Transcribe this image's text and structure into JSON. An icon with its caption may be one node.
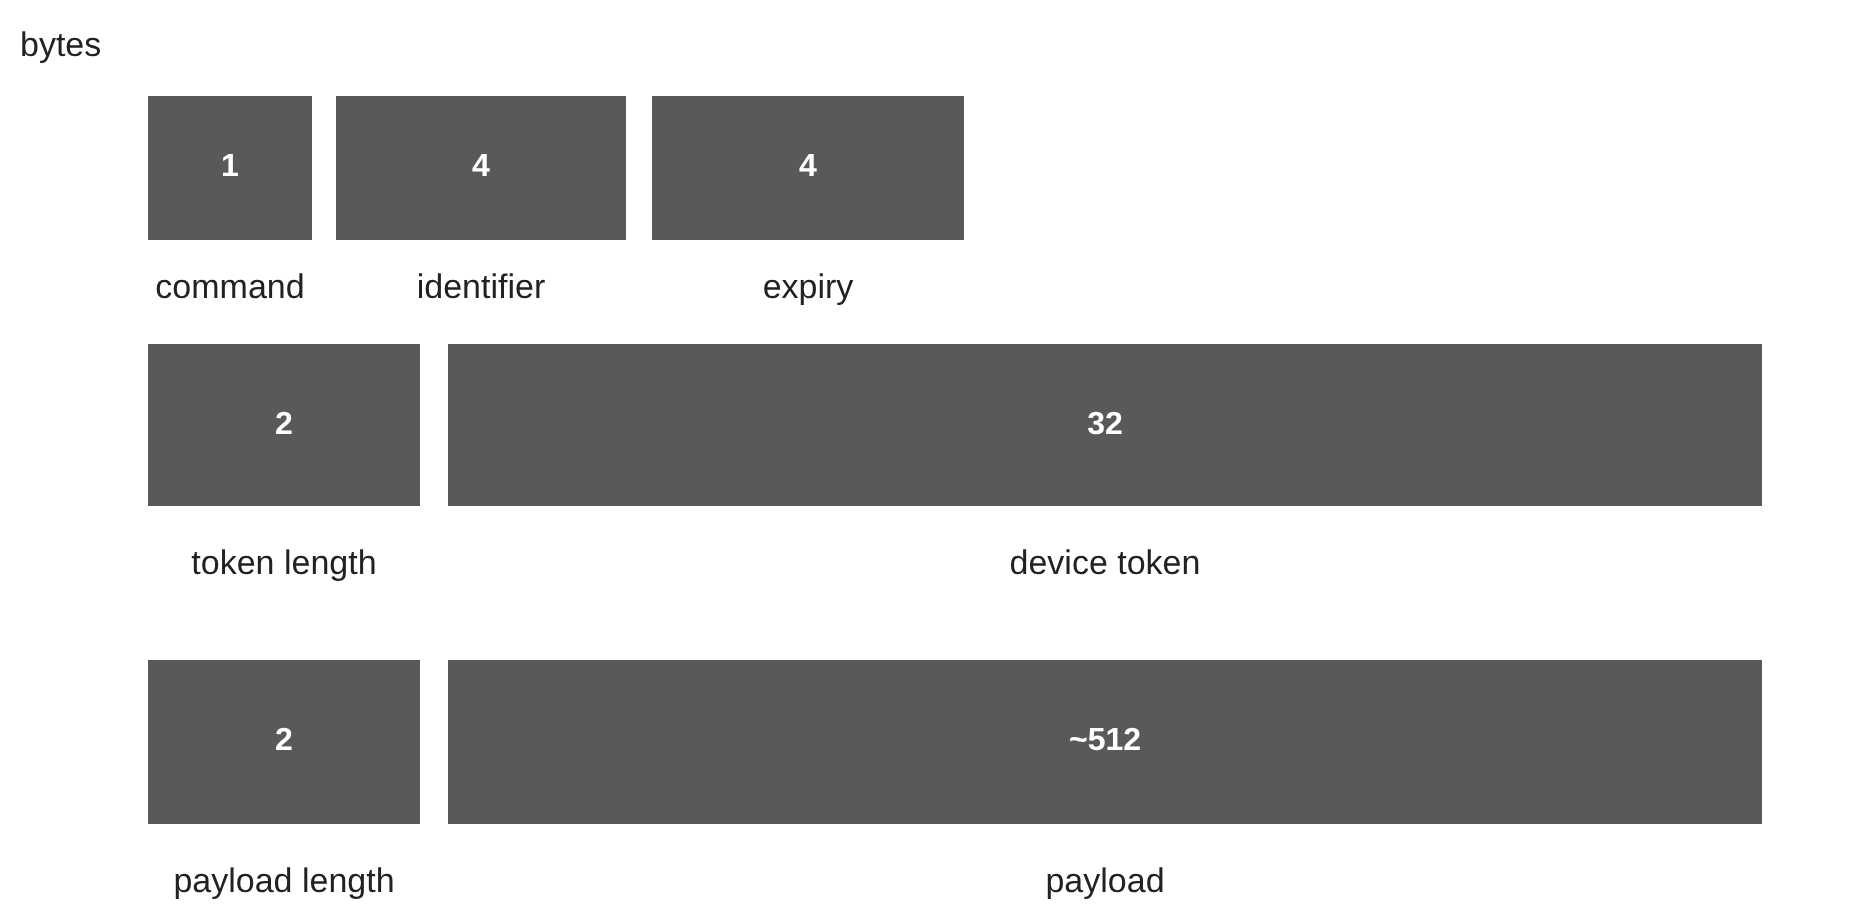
{
  "diagram": {
    "nodes": [
      {
        "text": [
          "1"
        ],
        "beside": [
          "command"
        ]
      },
      {
        "text": [
          "4"
        ],
        "beside": [
          "identifier"
        ]
      },
      {
        "text": [
          "4"
        ],
        "beside": [
          "expiry"
        ]
      },
      {
        "text": [
          "2"
        ],
        "beside": [
          "token length"
        ]
      },
      {
        "text": [
          "32"
        ],
        "beside": [
          "device token"
        ]
      },
      {
        "text": [
          "2"
        ],
        "beside": [
          "payload length"
        ]
      },
      {
        "text": [
          "~512"
        ],
        "beside": [
          "payload"
        ]
      }
    ],
    "labels": [
      "bytes"
    ]
  }
}
